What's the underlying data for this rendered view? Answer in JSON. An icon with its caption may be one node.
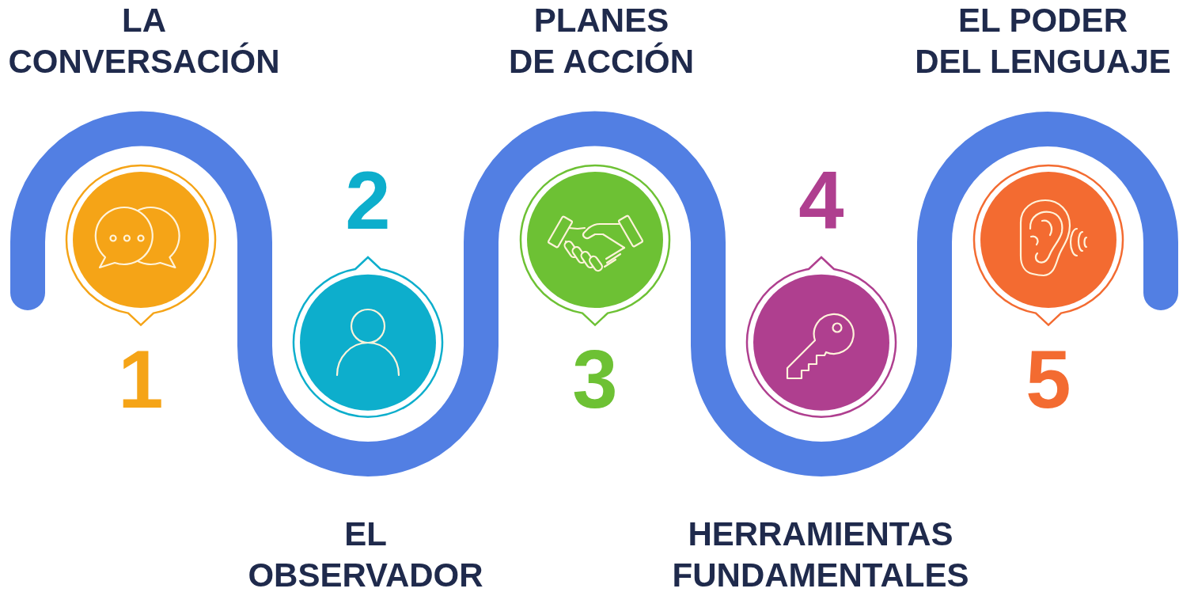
{
  "diagram": {
    "nodes": [
      {
        "text": [
          "LA CONVERSACIÓN"
        ],
        "beside": [
          "1"
        ]
      },
      {
        "text": [
          "EL OBSERVADOR"
        ],
        "beside": [
          "2"
        ]
      },
      {
        "text": [
          "PLANES DE ACCIÓN"
        ],
        "beside": [
          "3"
        ]
      },
      {
        "text": [
          "HERRAMIENTAS FUNDAMENTALES"
        ],
        "beside": [
          "4"
        ]
      },
      {
        "text": [
          "EL PODER DEL LENGUAJE"
        ],
        "beside": [
          "5"
        ]
      }
    ]
  }
}
